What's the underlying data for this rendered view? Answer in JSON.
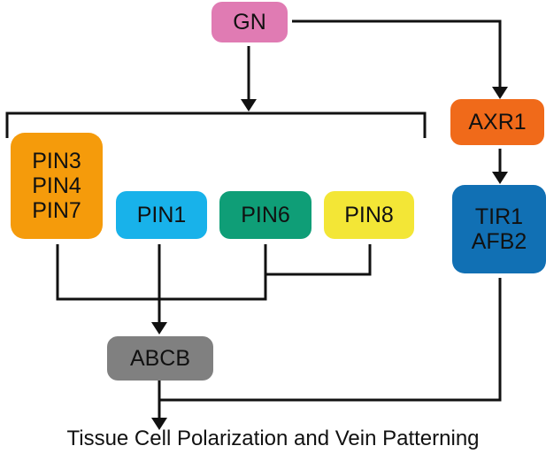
{
  "colors": {
    "gn": "#e07bb3",
    "axr1": "#f06a1a",
    "tir": "#1170b4",
    "pin347": "#f59b0b",
    "pin1": "#18b2ea",
    "pin6": "#0f9e77",
    "pin8": "#f3e636",
    "abcb": "#808080",
    "line": "#111111"
  },
  "nodes": {
    "gn": "GN",
    "axr1": "AXR1",
    "tir": [
      "TIR1",
      "AFB2"
    ],
    "pin347": [
      "PIN3",
      "PIN4",
      "PIN7"
    ],
    "pin1": "PIN1",
    "pin6": "PIN6",
    "pin8": "PIN8",
    "abcb": "ABCB"
  },
  "caption": "Tissue Cell Polarization and Vein Patterning"
}
